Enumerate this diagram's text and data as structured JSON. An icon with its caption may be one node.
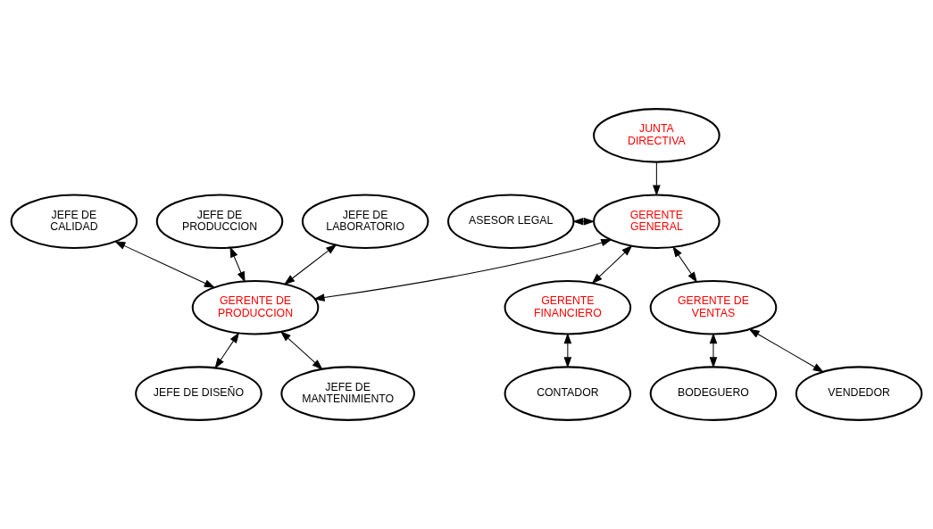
{
  "diagram": {
    "nodes": [
      {
        "text": [
          "JUNTA DIRECTIVA"
        ]
      },
      {
        "text": [
          "ASESOR LEGAL"
        ]
      },
      {
        "text": [
          "GERENTE GENERAL"
        ]
      },
      {
        "text": [
          "JEFE DE CALIDAD"
        ]
      },
      {
        "text": [
          "JEFE DE PRODUCCION"
        ]
      },
      {
        "text": [
          "GERENTE DE PRODUCCION"
        ]
      },
      {
        "text": [
          "GERENTE FINANCIERO"
        ]
      },
      {
        "text": [
          "GERENTE DE VENTAS"
        ]
      },
      {
        "text": [
          "JEFE DE LABORATORIO"
        ]
      },
      {
        "text": [
          "BODEGUERO"
        ]
      },
      {
        "text": [
          "VENDEDOR"
        ]
      },
      {
        "text": [
          "JEFE DE DISEÑO"
        ]
      },
      {
        "text": [
          "JEFE DE MANTENIMIENTO"
        ]
      },
      {
        "text": [
          "CONTADOR"
        ]
      }
    ],
    "edges": [
      {
        "from": 0,
        "to": 2,
        "arrow": "to"
      },
      {
        "from": 1,
        "to": 2,
        "arrow": "both",
        "style": "dashed"
      },
      {
        "from": 2,
        "to": 5,
        "arrow": "both"
      },
      {
        "from": 2,
        "to": 6,
        "arrow": "both"
      },
      {
        "from": 2,
        "to": 7,
        "arrow": "both"
      },
      {
        "from": 3,
        "to": 5,
        "arrow": "both"
      },
      {
        "from": 4,
        "to": 5,
        "arrow": "both"
      },
      {
        "from": 8,
        "to": 5,
        "arrow": "both"
      },
      {
        "from": 5,
        "to": 11,
        "arrow": "both"
      },
      {
        "from": 5,
        "to": 12,
        "arrow": "both"
      },
      {
        "from": 6,
        "to": 13,
        "arrow": "both"
      },
      {
        "from": 7,
        "to": 9,
        "arrow": "both"
      },
      {
        "from": 7,
        "to": 10,
        "arrow": "both"
      }
    ]
  }
}
